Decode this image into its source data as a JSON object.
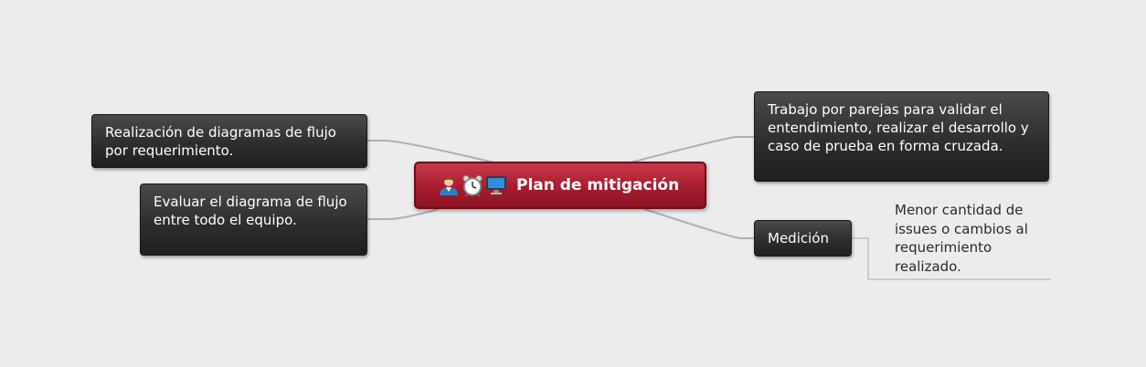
{
  "central_topic": {
    "title": "Plan de mitigación",
    "icons": [
      "person-icon",
      "alarm-clock-icon",
      "monitor-icon"
    ]
  },
  "topics": {
    "left_top": "Realización de diagramas de flujo por requerimiento.",
    "left_bottom": "Evaluar el diagrama de flujo entre todo el equipo.",
    "right_top": "Trabajo por parejas para validar el entendimiento, realizar el desarrollo y caso de prueba en forma cruzada.",
    "right_bottom": "Medición"
  },
  "subtopic": {
    "text": "Menor cantidad de issues o cambios al requerimiento realizado."
  },
  "colors": {
    "background": "#ececec",
    "central_fill": "#a61d2e",
    "topic_fill": "#2e2e2e",
    "connector": "#b0b0b0"
  }
}
